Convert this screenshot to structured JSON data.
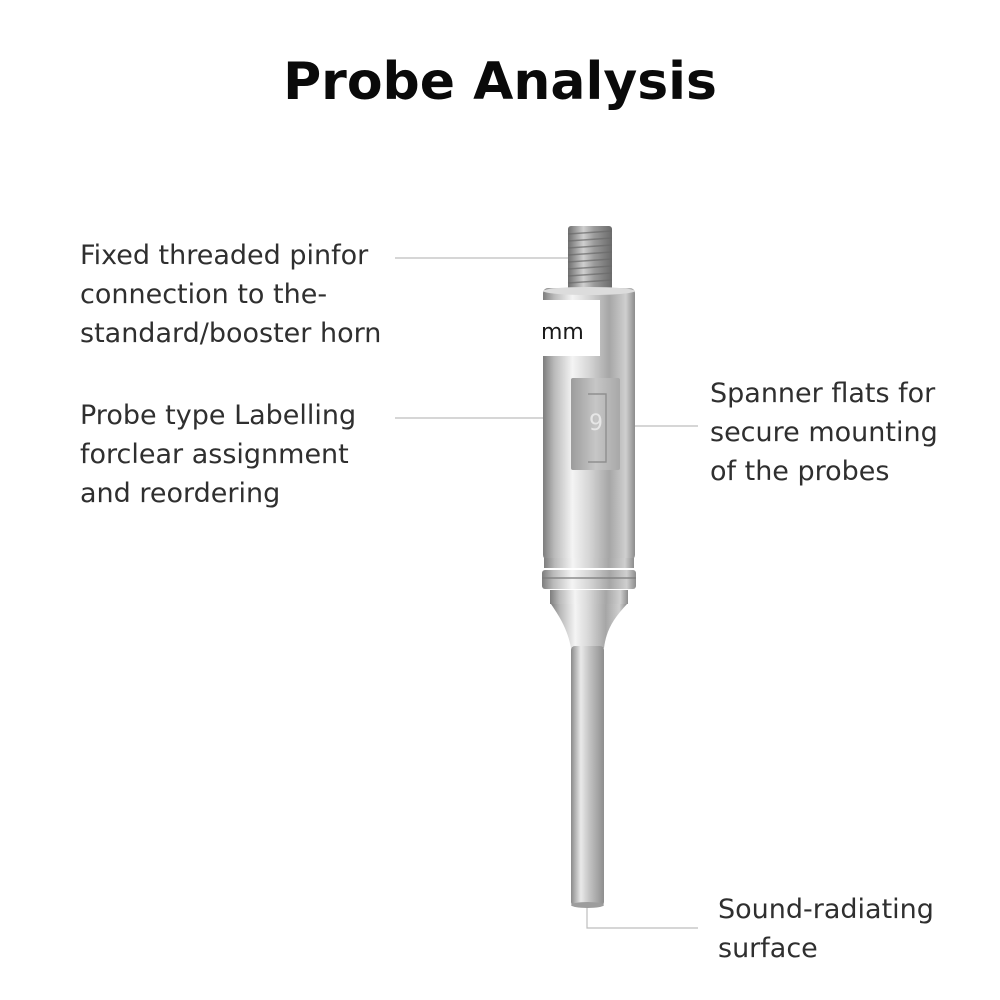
{
  "title": "Probe  Analysis",
  "callouts": {
    "pin": {
      "lines": [
        "Fixed threaded pinfor",
        "connection to the-",
        "standard/booster horn"
      ]
    },
    "label": {
      "lines": [
        "Probe type Labelling",
        "forclear assignment",
        "and reordering"
      ]
    },
    "flats": {
      "lines": [
        "Spanner flats for",
        "secure mounting",
        "of the probes"
      ]
    },
    "surface": {
      "lines": [
        "Sound-radiating",
        "surface"
      ]
    }
  },
  "probe": {
    "label_text": "mm",
    "flat_marking": "9"
  },
  "colors": {
    "leader_line": "#b5b5b5",
    "steel_dark": "#8a8a8a",
    "steel_light": "#f2f2f2"
  }
}
